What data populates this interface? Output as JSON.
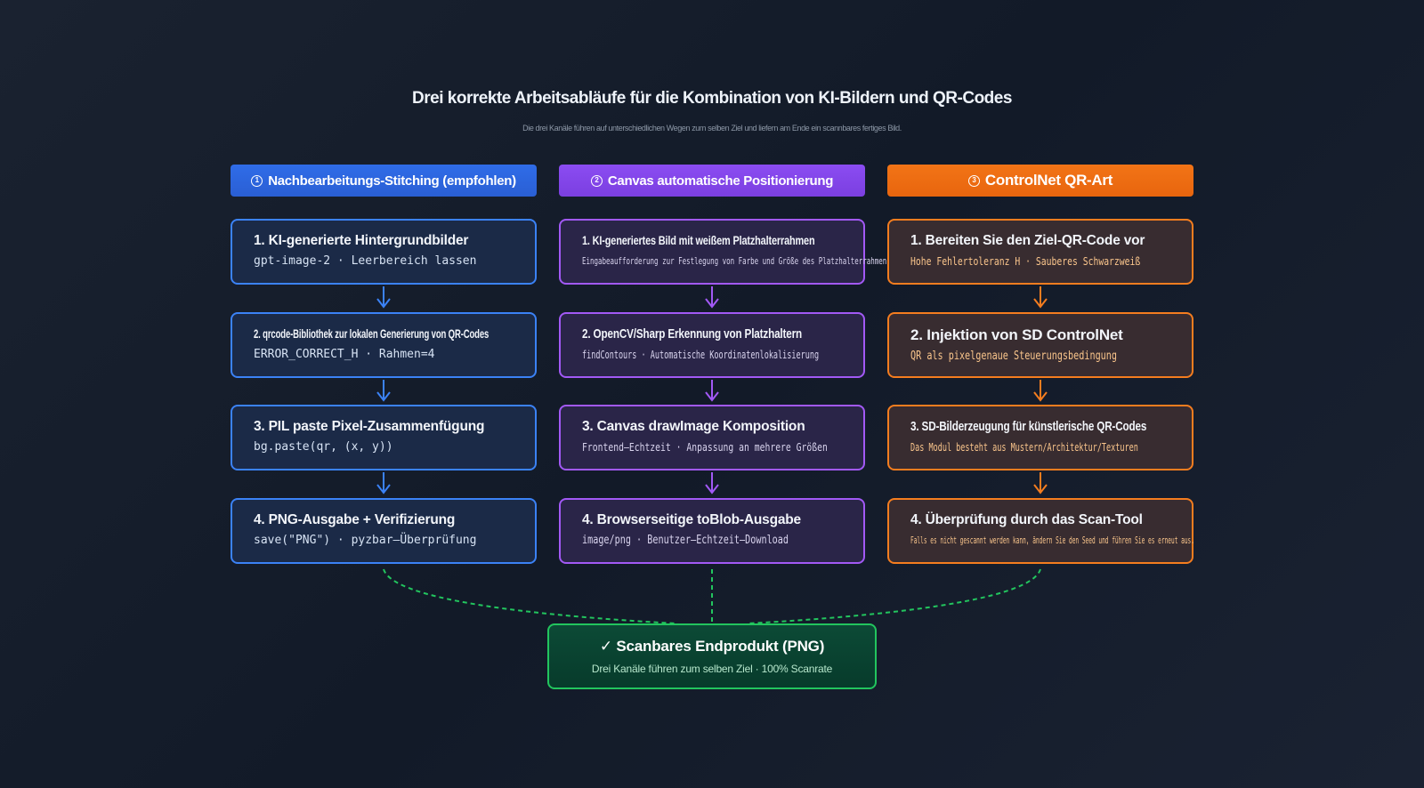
{
  "title": "Drei korrekte Arbeitsabläufe für die Kombination von KI-Bildern und QR-Codes",
  "subtitle": "Die drei Kanäle führen auf unterschiedlichen Wegen zum selben Ziel und liefern am Ende ein scannbares fertiges Bild.",
  "colors": {
    "blue": "#3b82f6",
    "purple": "#a259f5",
    "orange": "#f57d1f",
    "green": "#22c55e"
  },
  "columns": [
    {
      "number": "1",
      "header": "Nachbearbeitungs-Stitching (empfohlen)",
      "steps": [
        {
          "title": "1. KI-generierte Hintergrundbilder",
          "sub": "gpt-image-2 · Leerbereich lassen"
        },
        {
          "title": "2. qrcode-Bibliothek zur lokalen Generierung von QR-Codes",
          "sub": "ERROR_CORRECT_H · Rahmen=4"
        },
        {
          "title": "3. PIL paste Pixel-Zusammenfügung",
          "sub": "bg.paste(qr, (x, y))"
        },
        {
          "title": "4. PNG-Ausgabe + Verifizierung",
          "sub": "save(\"PNG\") · pyzbar–Überprüfung"
        }
      ]
    },
    {
      "number": "2",
      "header": "Canvas automatische Positionierung",
      "steps": [
        {
          "title": "1. KI-generiertes Bild mit weißem Platzhalterrahmen",
          "sub": "Eingabeaufforderung zur Festlegung von Farbe und Größe des Platzhalterrahmens"
        },
        {
          "title": "2. OpenCV/Sharp Erkennung von Platzhaltern",
          "sub": "findContours · Automatische Koordinatenlokalisierung"
        },
        {
          "title": "3. Canvas drawImage Komposition",
          "sub": "Frontend–Echtzeit · Anpassung an mehrere Größen"
        },
        {
          "title": "4. Browserseitige toBlob-Ausgabe",
          "sub": "image/png · Benutzer–Echtzeit–Download"
        }
      ]
    },
    {
      "number": "3",
      "header": "ControlNet QR-Art",
      "steps": [
        {
          "title": "1. Bereiten Sie den Ziel-QR-Code vor",
          "sub": "Hohe Fehlertoleranz H · Sauberes Schwarzweiß"
        },
        {
          "title": "2. Injektion von SD ControlNet",
          "sub": "QR als pixelgenaue Steuerungsbedingung"
        },
        {
          "title": "3. SD-Bilderzeugung für künstlerische QR-Codes",
          "sub": "Das Modul besteht aus Mustern/Architektur/Texturen"
        },
        {
          "title": "4. Überprüfung durch das Scan-Tool",
          "sub": "Falls es nicht gescannt werden kann, ändern Sie den Seed und führen Sie es erneut aus."
        }
      ]
    }
  ],
  "final": {
    "title": "✓ Scanbares Endprodukt (PNG)",
    "sub": "Drei Kanäle führen zum selben Ziel · 100% Scanrate"
  }
}
